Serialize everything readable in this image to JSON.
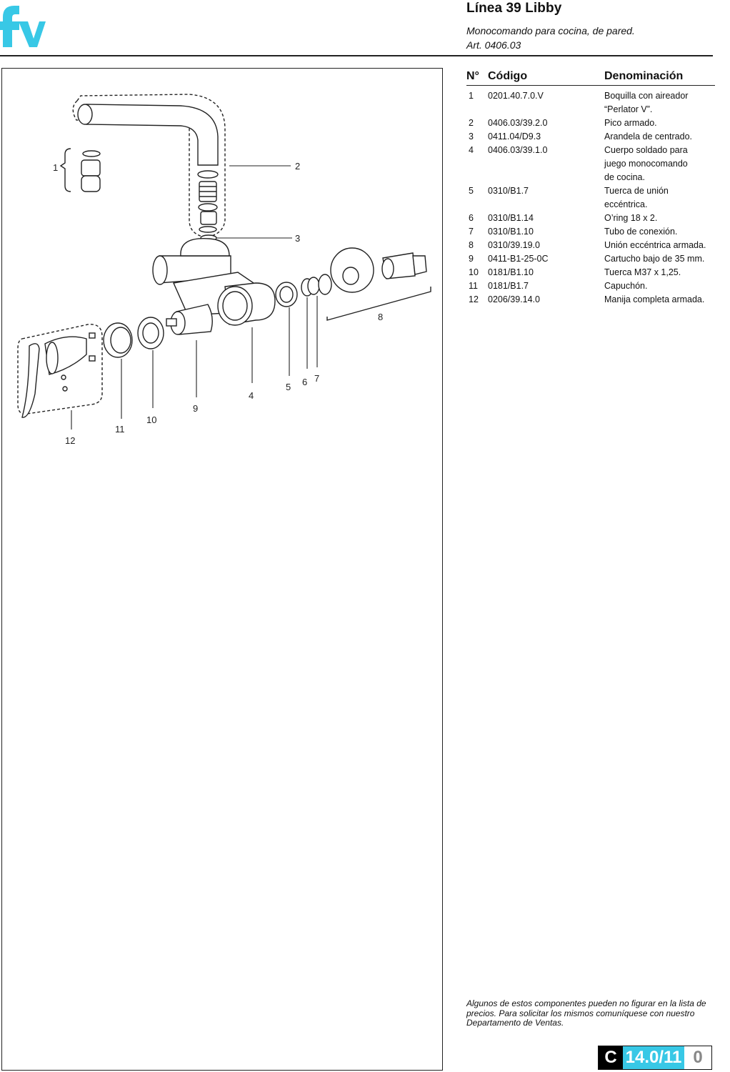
{
  "brand": {
    "logo_text": "fv",
    "accent_color": "#38c8e6"
  },
  "header": {
    "title": "Línea 39 Libby",
    "subtitle": "Monocomando para cocina, de pared.",
    "article": "Art. 0406.03"
  },
  "parts_table": {
    "headers": {
      "no": "N°",
      "code": "Código",
      "name": "Denominación"
    },
    "rows": [
      {
        "no": "1",
        "code": "0201.40.7.0.V",
        "name": [
          "Boquilla con aireador",
          "“Perlator V”."
        ]
      },
      {
        "no": "2",
        "code": "0406.03/39.2.0",
        "name": [
          "Pico armado."
        ]
      },
      {
        "no": "3",
        "code": "0411.04/D9.3",
        "name": [
          "Arandela de centrado."
        ]
      },
      {
        "no": "4",
        "code": "0406.03/39.1.0",
        "name": [
          "Cuerpo soldado para",
          "juego monocomando",
          "de cocina."
        ]
      },
      {
        "no": "5",
        "code": "0310/B1.7",
        "name": [
          "Tuerca de unión",
          "eccéntrica."
        ]
      },
      {
        "no": "6",
        "code": "0310/B1.14",
        "name": [
          "O’ring 18 x 2."
        ]
      },
      {
        "no": "7",
        "code": "0310/B1.10",
        "name": [
          "Tubo de conexión."
        ]
      },
      {
        "no": "8",
        "code": "0310/39.19.0",
        "name": [
          "Unión eccéntrica armada."
        ]
      },
      {
        "no": "9",
        "code": "0411-B1-25-0C",
        "name": [
          "Cartucho bajo de 35 mm."
        ]
      },
      {
        "no": "10",
        "code": "0181/B1.10",
        "name": [
          "Tuerca M37 x 1,25."
        ]
      },
      {
        "no": "11",
        "code": "0181/B1.7",
        "name": [
          "Capuchón."
        ]
      },
      {
        "no": "12",
        "code": "0206/39.14.0",
        "name": [
          "Manija completa armada."
        ]
      }
    ]
  },
  "diagram": {
    "callouts": [
      "1",
      "2",
      "3",
      "4",
      "5",
      "6",
      "7",
      "8",
      "9",
      "10",
      "11",
      "12"
    ]
  },
  "footnote": "Algunos de estos componentes pueden no figurar en la lista de precios. Para solicitar los mismos comuníquese con nuestro Departamento de Ventas.",
  "page_code": {
    "section": "C",
    "number": "14.0/11",
    "revision": "0"
  }
}
